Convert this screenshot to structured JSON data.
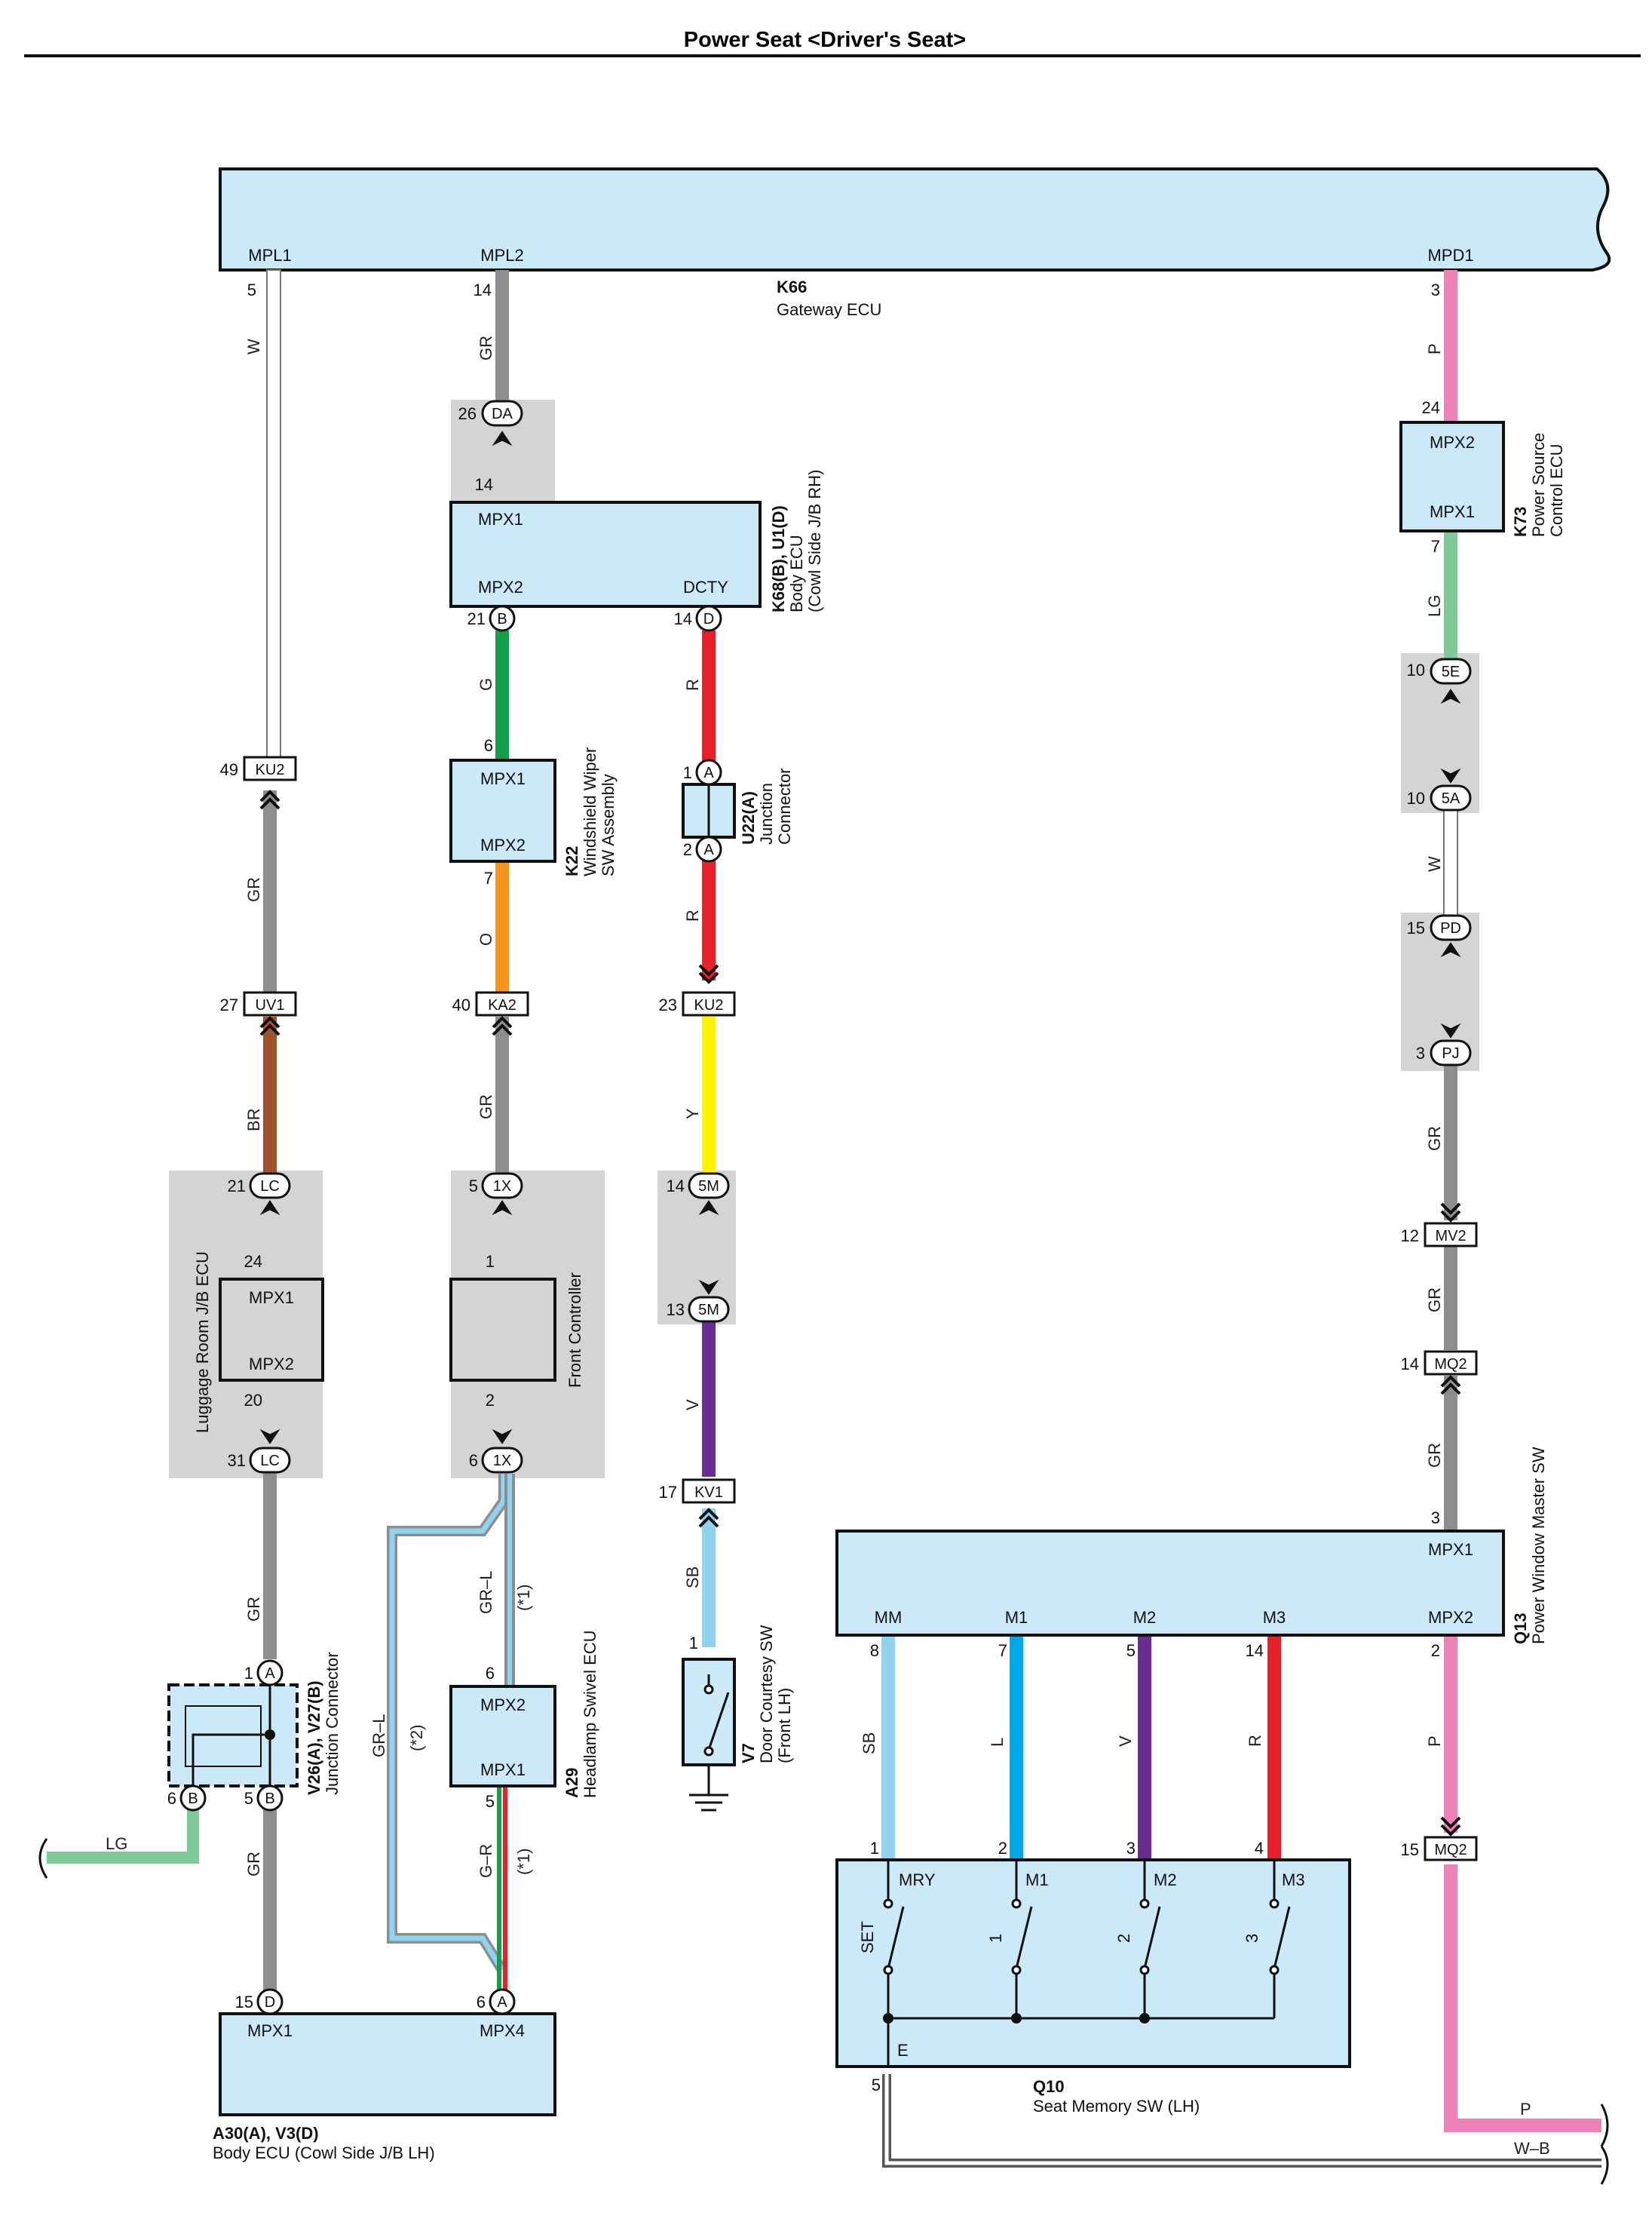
{
  "title": "Power Seat <Driver's Seat>",
  "components": {
    "gateway": {
      "code": "K66",
      "name": "Gateway ECU",
      "pins": [
        "MPL1",
        "MPL2",
        "MPD1"
      ]
    },
    "body_ecu_rh": {
      "code": "K68(B), U1(D)",
      "name1": "Body ECU",
      "name2": "(Cowl Side J/B RH)",
      "pins": [
        "MPX1",
        "MPX2",
        "DCTY"
      ]
    },
    "power_source": {
      "code": "K73",
      "name1": "Power Source",
      "name2": "Control ECU",
      "pins": [
        "MPX2",
        "MPX1"
      ]
    },
    "wiper_sw": {
      "code": "K22",
      "name1": "Windshield Wiper",
      "name2": "SW Assembly",
      "pins": [
        "MPX1",
        "MPX2"
      ]
    },
    "junction_u22": {
      "code": "U22(A)",
      "name1": "Junction",
      "name2": "Connector"
    },
    "luggage_ecu": {
      "name": "Luggage Room J/B ECU",
      "pins": [
        "MPX1",
        "MPX2"
      ]
    },
    "front_controller": {
      "name": "Front Controller"
    },
    "junction_v26": {
      "code": "V26(A), V27(B)",
      "name": "Junction Connector"
    },
    "headlamp_ecu": {
      "code": "A29",
      "name": "Headlamp Swivel ECU",
      "pins": [
        "MPX2",
        "MPX1"
      ]
    },
    "door_sw": {
      "code": "V7",
      "name1": "Door Courtesy SW",
      "name2": "(Front LH)"
    },
    "pw_master": {
      "code": "Q13",
      "name": "Power Window Master SW",
      "pins": [
        "MPX1",
        "MM",
        "M1",
        "M2",
        "M3",
        "MPX2"
      ]
    },
    "seat_memory": {
      "code": "Q10",
      "name": "Seat Memory SW (LH)",
      "pins": [
        "MRY",
        "M1",
        "M2",
        "M3",
        "E"
      ],
      "switch_labels": [
        "SET",
        "1",
        "2",
        "3"
      ]
    },
    "body_ecu_lh": {
      "code": "A30(A), V3(D)",
      "name": "Body ECU (Cowl Side J/B LH)",
      "pins": [
        "MPX1",
        "MPX4"
      ]
    }
  },
  "wire_colors": {
    "W": "#ffffff",
    "GR": "#8e8e90",
    "P": "#ee82b8",
    "LG": "#7fc99a",
    "G": "#12a04a",
    "R": "#e8202a",
    "O": "#f7941d",
    "Y": "#fff200",
    "V": "#6a2c91",
    "SB": "#8fd3f0",
    "L": "#00a8e8",
    "BR": "#a0522d"
  },
  "wire_labels": {
    "w1": "W",
    "w2": "GR",
    "w3": "P",
    "w4": "LG",
    "w5": "G",
    "w6": "R",
    "w7": "GR",
    "w8": "O",
    "w9": "R",
    "w10": "W",
    "w11": "GR",
    "w12": "Y",
    "w13": "BR",
    "w14": "GR",
    "w15": "GR",
    "w16": "V",
    "w17": "GR",
    "w18": "SB",
    "w19": "GR",
    "w20": "GR–L",
    "w21": "(*1)",
    "w22": "GR–L",
    "w23": "(*2)",
    "w24": "LG",
    "w25": "GR",
    "w26": "G–R",
    "w27": "(*1)",
    "w28": "SB",
    "w29": "L",
    "w30": "V",
    "w31": "R",
    "w32": "P",
    "w33": "P",
    "w34": "W–B"
  },
  "connectors": {
    "KU2a": "KU2",
    "UV1": "UV1",
    "KA2": "KA2",
    "KU2b": "KU2",
    "MV2": "MV2",
    "MQ2a": "MQ2",
    "KV1": "KV1",
    "MQ2b": "MQ2",
    "DA": "DA",
    "B": "B",
    "D": "D",
    "A": "A",
    "E5": "5E",
    "A5": "5A",
    "PD": "PD",
    "PJ": "PJ",
    "LC": "LC",
    "X1": "1X",
    "M5": "5M"
  },
  "pins": {
    "p5": "5",
    "p14": "14",
    "p3": "3",
    "p26": "26",
    "p24": "24",
    "p7": "7",
    "p21": "21",
    "p6": "6",
    "p1": "1",
    "p2": "2",
    "p10": "10",
    "p15": "15",
    "p49": "49",
    "p27": "27",
    "p40": "40",
    "p23": "23",
    "p12": "12",
    "p13": "13",
    "p20": "20",
    "p31": "31",
    "p17": "17",
    "p8": "8",
    "p4": "4"
  }
}
